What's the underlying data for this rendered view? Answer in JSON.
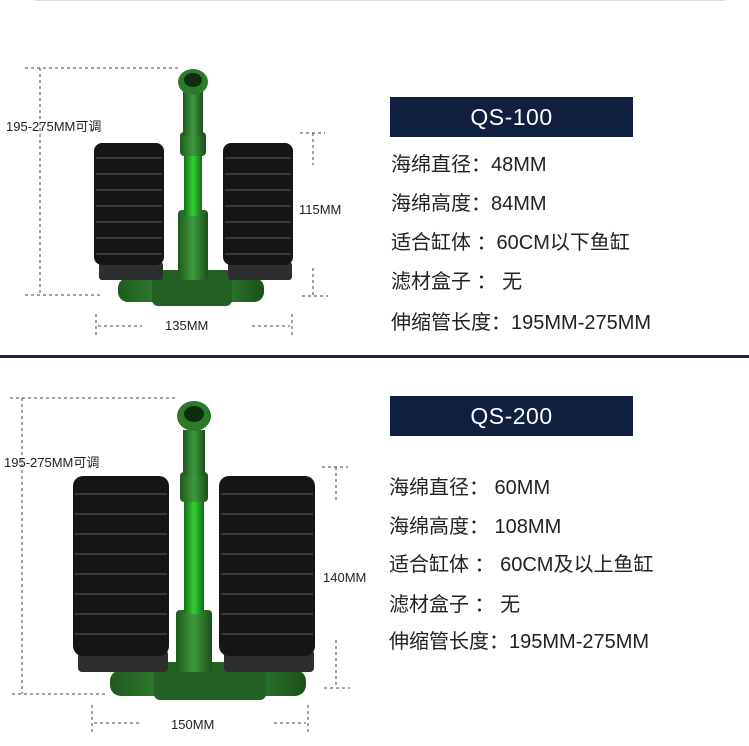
{
  "products": [
    {
      "model": "QS-100",
      "specs": [
        "海绵直径：48MM",
        "海绵高度：84MM",
        "适合缸体 ：60CM以下鱼缸",
        "滤材盒子 ： 无",
        "伸缩管长度：195MM-275MM"
      ],
      "dimensions": {
        "height_range": "195-275MM可调",
        "sponge_height": "115MM",
        "width": "135MM"
      }
    },
    {
      "model": "QS-200",
      "specs": [
        "海绵直径：  60MM",
        "海绵高度：  108MM",
        "适合缸体 ：  60CM及以上鱼缸",
        "滤材盒子 ：  无",
        "伸缩管长度：195MM-275MM"
      ],
      "dimensions": {
        "height_range": "195-275MM可调",
        "sponge_height": "140MM",
        "width": "150MM"
      }
    }
  ],
  "colors": {
    "model_bar": "#0f1f3d",
    "divider": "#1b2740",
    "sponge": "#151515",
    "pipe_green": "#2a7a2a",
    "tube_green": "#23a623"
  }
}
